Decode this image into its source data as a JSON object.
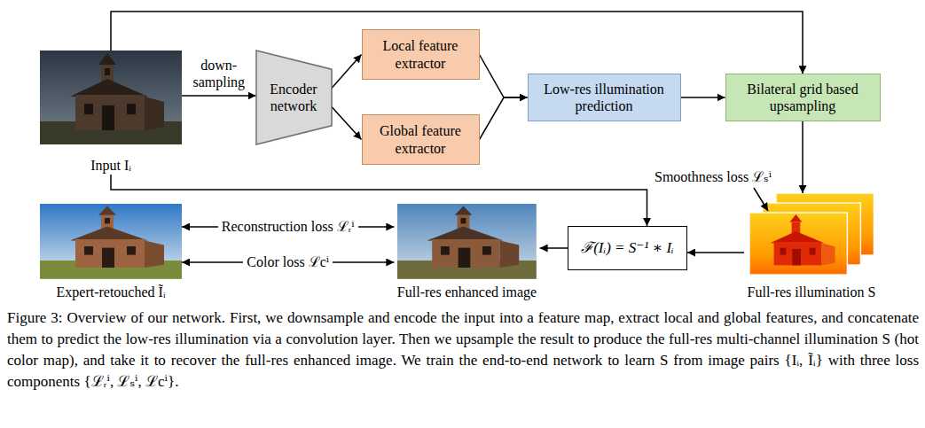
{
  "diagram": {
    "caption": "Figure 3: Overview of our network. First, we downsample and encode the input into a feature map, extract local and global features, and concatenate them to predict the low-res illumination via a convolution layer. Then we upsample the result to produce the full-res multi-channel illumination S (hot color map), and take it to recover the full-res enhanced image. We train the end-to-end network to learn S from image pairs {Iᵢ, Ĩᵢ} with three loss components {ℒᵣⁱ, ℒₛⁱ, ℒcⁱ}.",
    "nodes": [
      {
        "text": [
          "Input Iᵢ"
        ]
      },
      {
        "text": [
          "Encoder network"
        ]
      },
      {
        "text": [
          "Local feature extractor"
        ]
      },
      {
        "text": [
          "Global feature extractor"
        ]
      },
      {
        "text": [
          "Low-res illumination prediction"
        ]
      },
      {
        "text": [
          "Bilateral grid based upsampling"
        ]
      },
      {
        "text": [
          "Full-res illumination S"
        ]
      },
      {
        "text": [
          "ℱ(Iᵢ) = S⁻¹ ∗ Iᵢ"
        ]
      },
      {
        "text": [
          "Full-res enhanced image"
        ]
      },
      {
        "text": [
          "Expert-retouched Ĩᵢ"
        ]
      }
    ],
    "edges": [
      {
        "from": 0,
        "to": 1,
        "arrow": "to",
        "label": "down- sampling"
      },
      {
        "from": 1,
        "to": 2,
        "arrow": "to"
      },
      {
        "from": 1,
        "to": 3,
        "arrow": "to"
      },
      {
        "from": 2,
        "to": 4,
        "arrow": "to"
      },
      {
        "from": 3,
        "to": 4,
        "arrow": "to"
      },
      {
        "from": 4,
        "to": 5,
        "arrow": "to"
      },
      {
        "from": 0,
        "to": 5,
        "arrow": "to"
      },
      {
        "from": 5,
        "to": 6,
        "arrow": "to"
      },
      {
        "from": 6,
        "to": 7,
        "arrow": "to"
      },
      {
        "from": 0,
        "to": 7,
        "arrow": "to"
      },
      {
        "from": 7,
        "to": 8,
        "arrow": "to"
      },
      {
        "from": 9,
        "to": 8,
        "arrow": "both",
        "label": "Reconstruction loss ℒᵣⁱ"
      },
      {
        "from": 9,
        "to": 8,
        "arrow": "both",
        "label": "Color loss ℒcⁱ"
      }
    ],
    "labels": [
      "Smoothness loss ℒₛⁱ"
    ]
  }
}
